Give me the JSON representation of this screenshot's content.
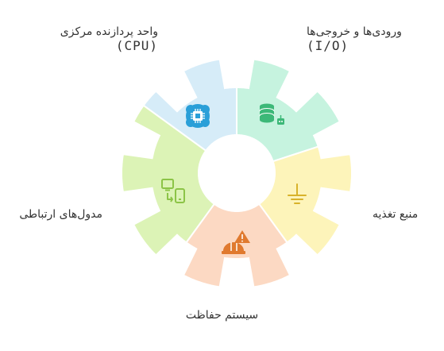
{
  "segments": [
    {
      "id": "cpu",
      "label": "واحد پردازنده مرکزی",
      "code": "(CPU)",
      "color": "#d6ecf8",
      "icon": "cpu-brain-icon",
      "icon_color": "#2a9fd8"
    },
    {
      "id": "io",
      "label": "ورودی‌ها و خروجی‌ها",
      "code": "(I/O)",
      "color": "#c6f3df",
      "icon": "database-robot-icon",
      "icon_color": "#3cb878"
    },
    {
      "id": "power",
      "label": "منبع تغذیه",
      "color": "#fdf4ba",
      "icon": "ground-icon",
      "icon_color": "#d8b22a"
    },
    {
      "id": "safety",
      "label": "سیستم حفاظت",
      "color": "#fcd9c3",
      "icon": "hazard-icon",
      "icon_color": "#e07a2f"
    },
    {
      "id": "comm",
      "label": "مدول‌های ارتباطی",
      "color": "#dcf3b6",
      "icon": "devices-icon",
      "icon_color": "#8cc447"
    }
  ]
}
